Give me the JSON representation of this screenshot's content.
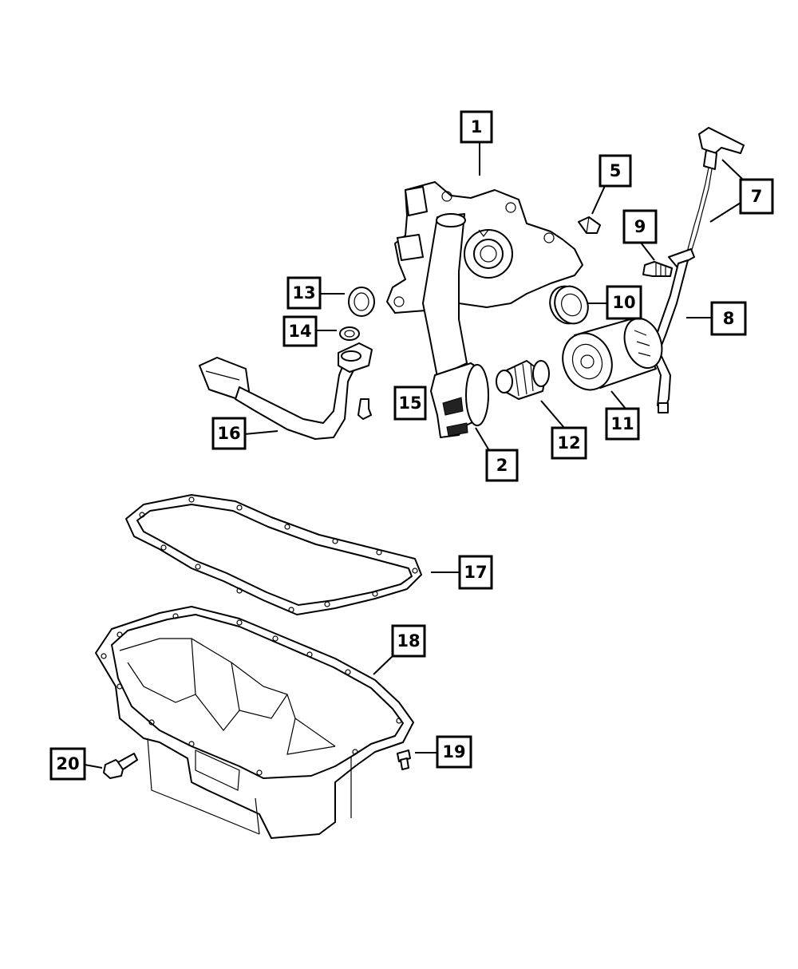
{
  "diagram": {
    "callouts": [
      {
        "id": "c1",
        "label": "1"
      },
      {
        "id": "c2",
        "label": "2"
      },
      {
        "id": "c5",
        "label": "5"
      },
      {
        "id": "c7",
        "label": "7"
      },
      {
        "id": "c8",
        "label": "8"
      },
      {
        "id": "c9",
        "label": "9"
      },
      {
        "id": "c10",
        "label": "10"
      },
      {
        "id": "c11",
        "label": "11"
      },
      {
        "id": "c12",
        "label": "12"
      },
      {
        "id": "c13",
        "label": "13"
      },
      {
        "id": "c14",
        "label": "14"
      },
      {
        "id": "c15",
        "label": "15"
      },
      {
        "id": "c16",
        "label": "16"
      },
      {
        "id": "c17",
        "label": "17"
      },
      {
        "id": "c18",
        "label": "18"
      },
      {
        "id": "c19",
        "label": "19"
      },
      {
        "id": "c20",
        "label": "20"
      }
    ]
  }
}
